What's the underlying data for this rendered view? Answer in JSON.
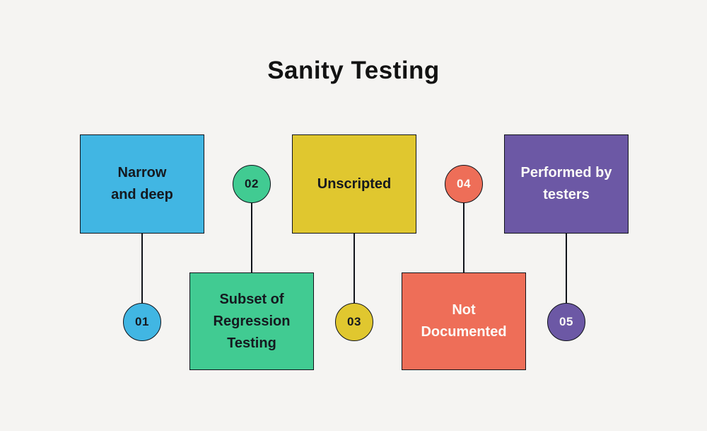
{
  "title": "Sanity Testing",
  "colors": {
    "background": "#f5f4f2",
    "stroke": "#10131a",
    "dark_text": "#15191f",
    "light_text": "#fcfbf7"
  },
  "items": [
    {
      "number": "01",
      "label": "Narrow and deep",
      "box_color": "#41b6e3",
      "label_color": "#15191f",
      "circle_color": "#41b6e3",
      "number_color": "#15191f",
      "box_position": "top"
    },
    {
      "number": "02",
      "label": "Subset of Regression Testing",
      "box_color": "#41cb92",
      "label_color": "#15191f",
      "circle_color": "#41cb92",
      "number_color": "#15191f",
      "box_position": "bottom"
    },
    {
      "number": "03",
      "label": "Unscripted",
      "box_color": "#e0c72f",
      "label_color": "#15191f",
      "circle_color": "#e0c72f",
      "number_color": "#15191f",
      "box_position": "top"
    },
    {
      "number": "04",
      "label": "Not Documented",
      "box_color": "#ee6e58",
      "label_color": "#fcfbf7",
      "circle_color": "#ee6e58",
      "number_color": "#fcfbf7",
      "box_position": "bottom"
    },
    {
      "number": "05",
      "label": "Performed by testers",
      "box_color": "#6c58a5",
      "label_color": "#fcfbf7",
      "circle_color": "#6c58a5",
      "number_color": "#fcfbf7",
      "box_position": "top"
    }
  ]
}
